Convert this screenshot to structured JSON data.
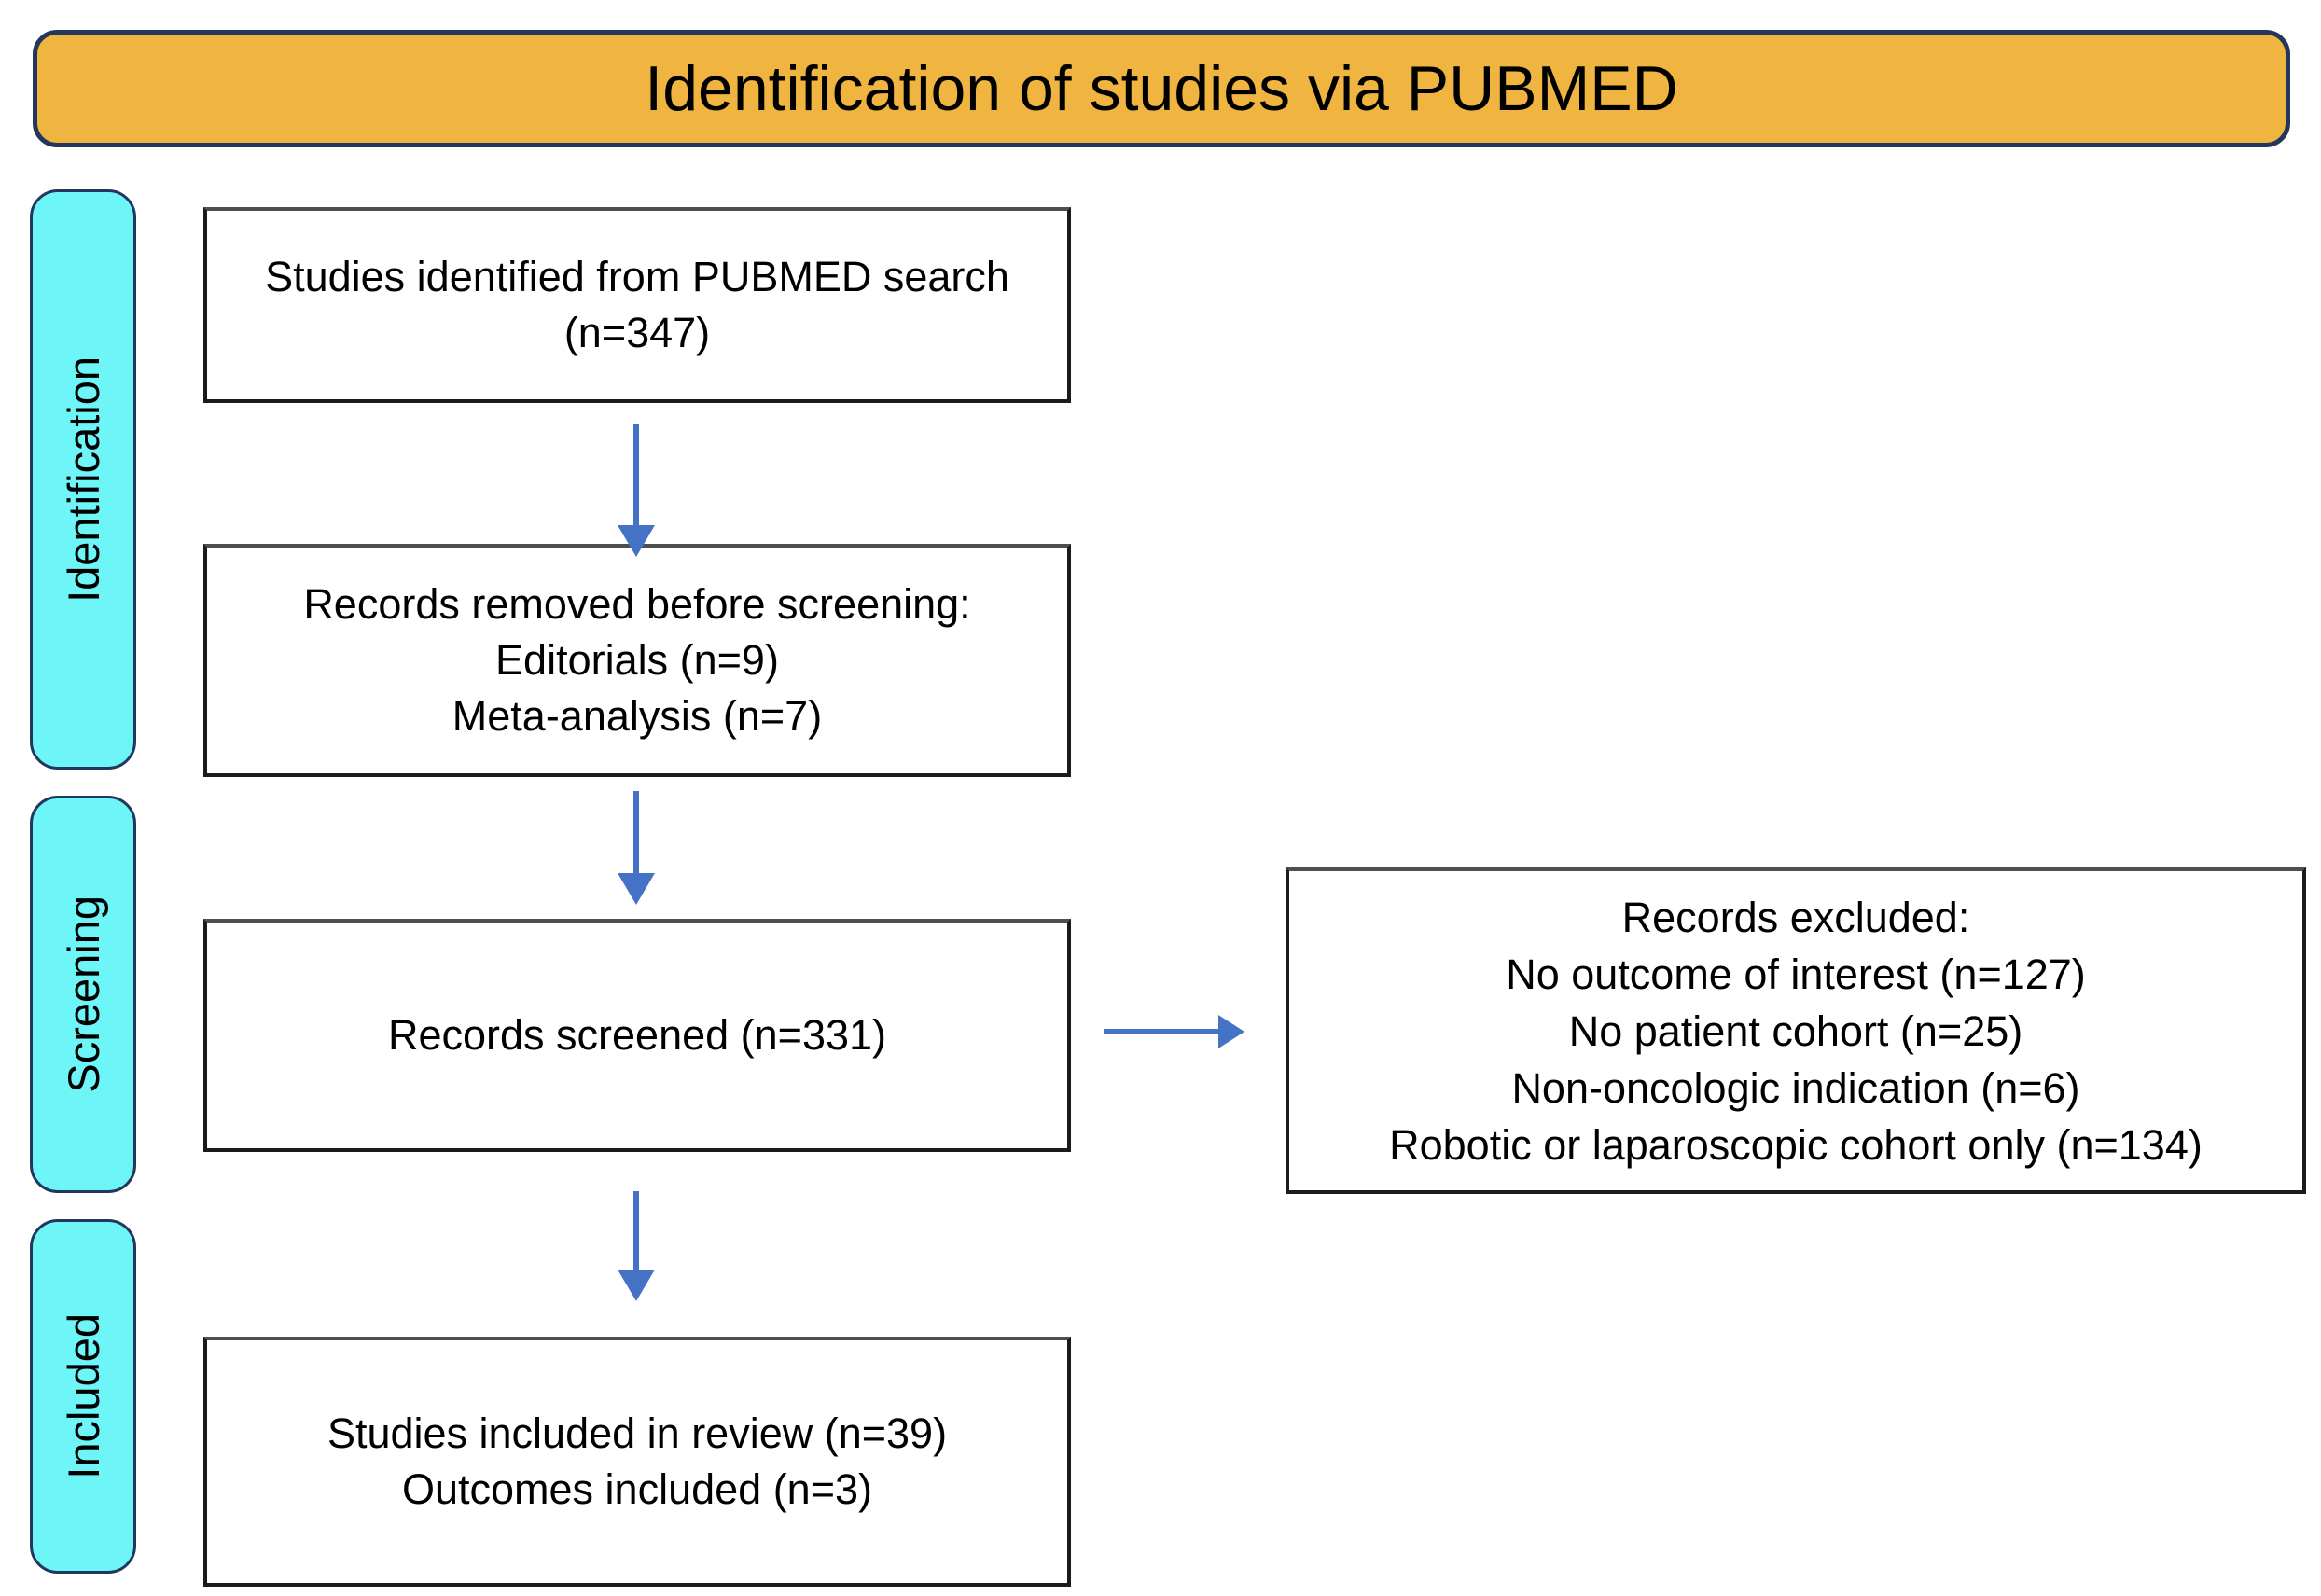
{
  "title": {
    "label": "Identification of studies via PUBMED"
  },
  "stages": [
    {
      "label": "Identification"
    },
    {
      "label": "Screening"
    },
    {
      "label": "Included"
    }
  ],
  "boxes": {
    "identified": {
      "lines": [
        "Studies identified from PUBMED search",
        "(n=347)"
      ]
    },
    "removed": {
      "lines": [
        "Records removed before screening:",
        "Editorials (n=9)",
        "Meta-analysis (n=7)"
      ]
    },
    "screened": {
      "lines": [
        "Records screened (n=331)"
      ]
    },
    "excluded": {
      "lines": [
        "Records excluded:",
        "No outcome of interest (n=127)",
        "No patient cohort (n=25)",
        "Non-oncologic indication (n=6)",
        "Robotic or laparoscopic cohort only (n=134)"
      ]
    },
    "included": {
      "lines": [
        "Studies included in review (n=39)",
        "Outcomes included (n=3)"
      ]
    }
  },
  "counts": {
    "identified": 347,
    "removed_editorials": 9,
    "removed_meta_analysis": 7,
    "screened": 331,
    "excluded_no_outcome": 127,
    "excluded_no_patient_cohort": 25,
    "excluded_non_oncologic": 6,
    "excluded_robotic_or_laparoscopic_only": 134,
    "included_studies": 39,
    "included_outcomes": 3
  },
  "colors": {
    "title_fill": "#F0B440",
    "title_border": "#23365B",
    "stage_fill": "#6DF5F7",
    "stage_border": "#23365B",
    "box_border": "#1B1B1B",
    "arrow": "#4472C4",
    "text": "#000000",
    "background": "#FFFFFF"
  }
}
